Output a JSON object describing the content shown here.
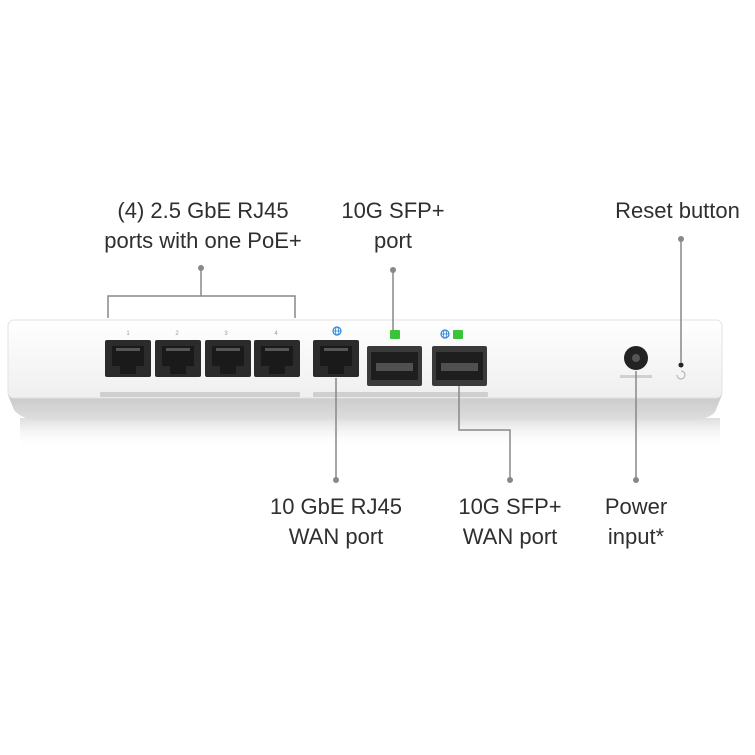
{
  "callouts": {
    "rj45_ports": [
      "(4) 2.5 GbE RJ45",
      "ports with one PoE+"
    ],
    "sfp_port": [
      "10G SFP+",
      "port"
    ],
    "reset": [
      "Reset button"
    ],
    "wan_rj45": [
      "10 GbE RJ45",
      "WAN port"
    ],
    "wan_sfp": [
      "10G SFP+",
      "WAN port"
    ],
    "power": [
      "Power",
      "input*"
    ]
  },
  "device": {
    "port_numbers": [
      "1",
      "2",
      "3",
      "4"
    ],
    "colors": {
      "body": "#f5f5f5",
      "front_panel": "#eeeeee",
      "shadow": "#bdbdbd",
      "port_dark": "#2b2b2b",
      "led_green": "#39c43a",
      "led_blue": "#2f86d6",
      "connector_line": "#888888"
    },
    "icons": [
      "rj45-port-icon",
      "sfp-cage-icon",
      "power-jack-icon",
      "reset-pinhole-icon",
      "globe-wan-icon"
    ]
  }
}
